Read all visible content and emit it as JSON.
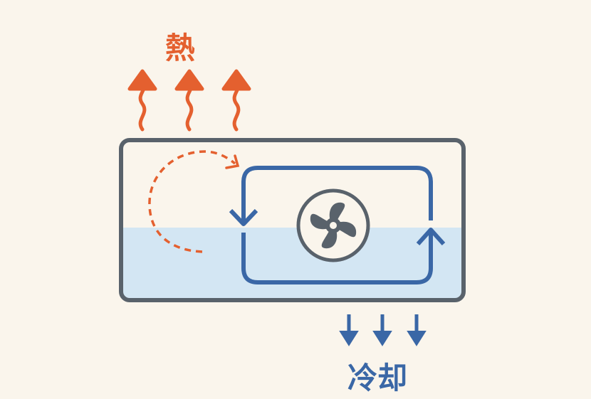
{
  "labels": {
    "heat": "熱",
    "cooling": "冷却"
  },
  "colors": {
    "heat": "#E4602F",
    "cooling": "#3A67A6",
    "frame": "#59626B",
    "water": "#D3E6F3",
    "background": "#FAF5EC"
  },
  "icons": [
    "wavy-heat-arrow-icon",
    "fan-icon",
    "down-arrow-icon",
    "circulation-loop",
    "dashed-heat-flow-arrow"
  ]
}
